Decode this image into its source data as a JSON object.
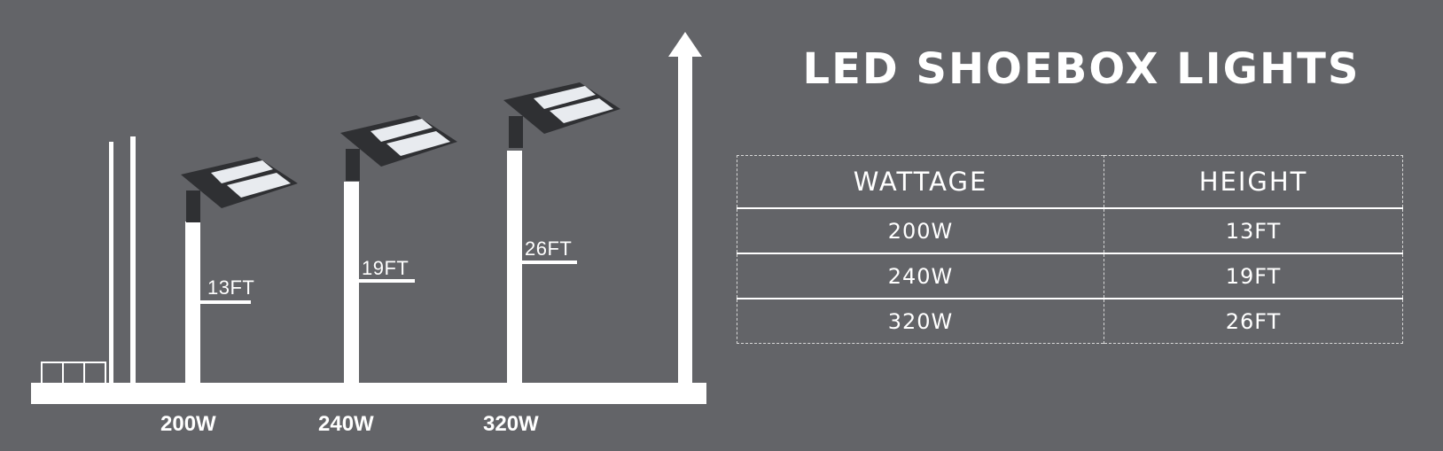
{
  "title": "LED SHOEBOX LIGHTS",
  "diagram": {
    "poles": [
      {
        "wattage": "200W",
        "height": "13FT"
      },
      {
        "wattage": "240W",
        "height": "19FT"
      },
      {
        "wattage": "320W",
        "height": "26FT"
      }
    ]
  },
  "table": {
    "headers": [
      "WATTAGE",
      "HEIGHT"
    ],
    "rows": [
      [
        "200W",
        "13FT"
      ],
      [
        "240W",
        "19FT"
      ],
      [
        "320W",
        "26FT"
      ]
    ]
  },
  "colors": {
    "background": "#636468",
    "foreground": "#ffffff",
    "fixture_body": "#2f3033",
    "fixture_lens": "#e8ebef"
  }
}
